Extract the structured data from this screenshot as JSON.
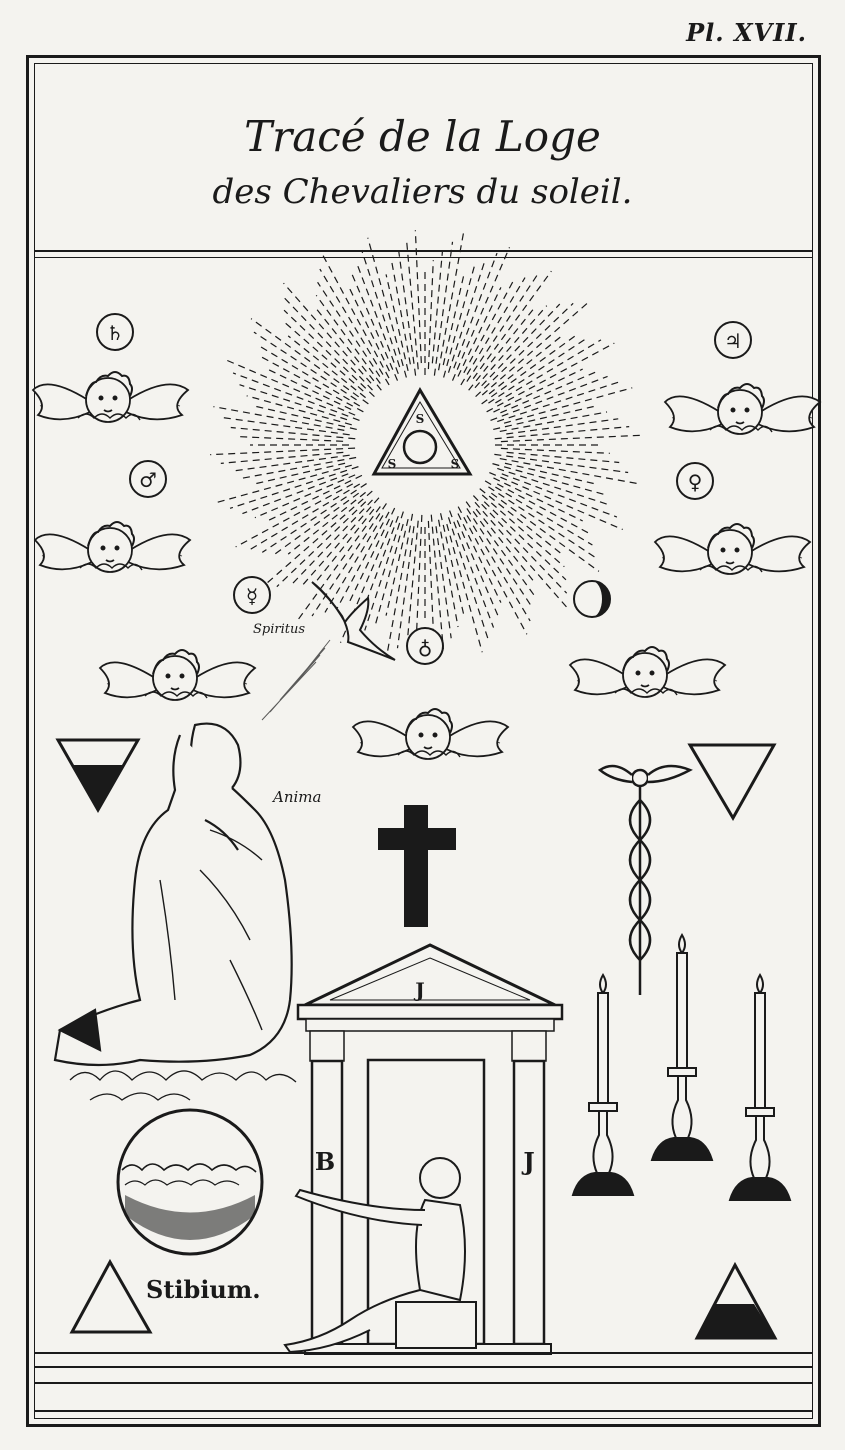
{
  "plate": {
    "number": "Pl. XVII."
  },
  "title": {
    "line1": "Tracé de la Loge",
    "line2": "des Chevaliers du soleil."
  },
  "labels": {
    "spiritus": "Spiritus",
    "anima": "Anima",
    "stibium": "Stibium.",
    "pillar_left": "B",
    "pillar_right": "J",
    "pediment": "J",
    "triangle_letters": [
      "S",
      "S",
      "S"
    ]
  },
  "planet_symbols": [
    "♄",
    "♃",
    "♂",
    "♀",
    "☿",
    "☽",
    "♁"
  ],
  "colors": {
    "ink": "#1a1a1a",
    "paper": "#f4f3ef"
  }
}
